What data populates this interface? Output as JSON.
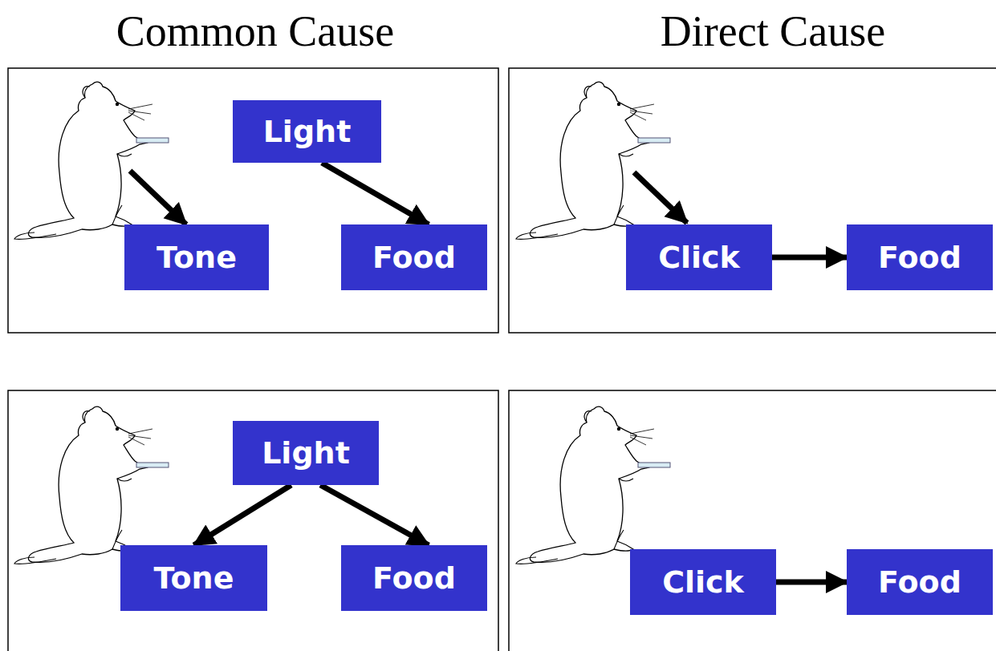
{
  "diagram": {
    "nodes": [
      {
        "text": [
          "Light"
        ]
      },
      {
        "text": [
          "Tone"
        ]
      },
      {
        "text": [
          "Food"
        ]
      },
      {
        "text": [
          "Click"
        ]
      },
      {
        "text": [
          "Food"
        ]
      },
      {
        "text": [
          "Light"
        ]
      },
      {
        "text": [
          "Tone"
        ]
      },
      {
        "text": [
          "Food"
        ]
      },
      {
        "text": [
          "Click"
        ]
      },
      {
        "text": [
          "Food"
        ]
      }
    ],
    "edges": [
      {
        "from": 0,
        "to": 2,
        "arrow": "to"
      },
      {
        "from": 3,
        "to": 4,
        "arrow": "to"
      },
      {
        "from": 5,
        "to": 6,
        "arrow": "to"
      },
      {
        "from": 5,
        "to": 7,
        "arrow": "to"
      },
      {
        "from": 8,
        "to": 9,
        "arrow": "to"
      }
    ],
    "labels": [
      "Common Cause",
      "Direct Cause"
    ]
  }
}
